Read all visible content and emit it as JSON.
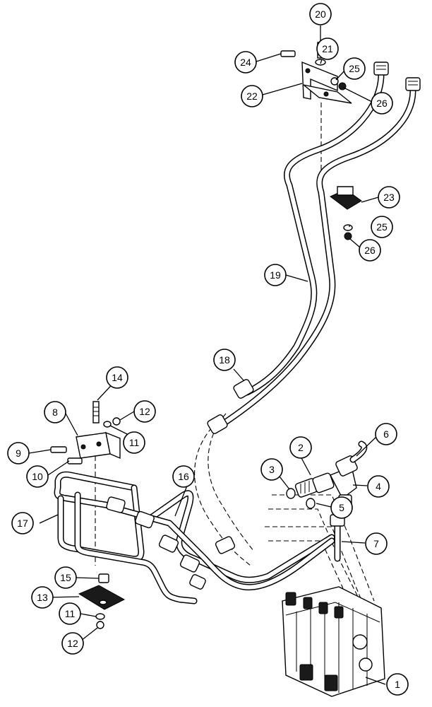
{
  "callouts": [
    {
      "id": "20",
      "label": "20"
    },
    {
      "id": "21",
      "label": "21"
    },
    {
      "id": "24",
      "label": "24"
    },
    {
      "id": "25a",
      "label": "25"
    },
    {
      "id": "22",
      "label": "22"
    },
    {
      "id": "26a",
      "label": "26"
    },
    {
      "id": "23",
      "label": "23"
    },
    {
      "id": "25b",
      "label": "25"
    },
    {
      "id": "26b",
      "label": "26"
    },
    {
      "id": "19",
      "label": "19"
    },
    {
      "id": "18",
      "label": "18"
    },
    {
      "id": "14",
      "label": "14"
    },
    {
      "id": "8",
      "label": "8"
    },
    {
      "id": "12a",
      "label": "12"
    },
    {
      "id": "11a",
      "label": "11"
    },
    {
      "id": "9",
      "label": "9"
    },
    {
      "id": "10",
      "label": "10"
    },
    {
      "id": "2",
      "label": "2"
    },
    {
      "id": "6",
      "label": "6"
    },
    {
      "id": "3",
      "label": "3"
    },
    {
      "id": "16",
      "label": "16"
    },
    {
      "id": "4",
      "label": "4"
    },
    {
      "id": "5",
      "label": "5"
    },
    {
      "id": "17",
      "label": "17"
    },
    {
      "id": "7",
      "label": "7"
    },
    {
      "id": "15",
      "label": "15"
    },
    {
      "id": "13",
      "label": "13"
    },
    {
      "id": "11b",
      "label": "11"
    },
    {
      "id": "12b",
      "label": "12"
    },
    {
      "id": "1",
      "label": "1"
    }
  ]
}
